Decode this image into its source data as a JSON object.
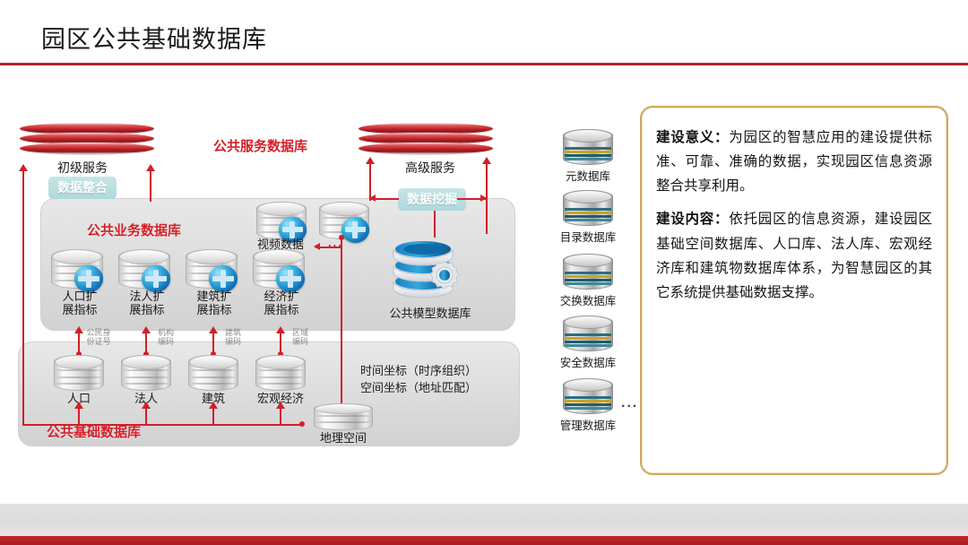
{
  "slide": {
    "title": "园区公共基础数据库",
    "accent_red": "#c0272d",
    "badge_teal": "#b2dadd",
    "info_border_gold": "#cfa85f"
  },
  "diagram": {
    "service_stacks": [
      {
        "label": "初级服务",
        "name": "primary-service"
      },
      {
        "label": "高级服务",
        "name": "senior-service"
      }
    ],
    "badges": [
      {
        "label": "数据整合",
        "name": "data-integration"
      },
      {
        "label": "数据挖掘",
        "name": "data-mining"
      }
    ],
    "captions": [
      {
        "label": "公共服务数据库",
        "name": "public-service-db"
      },
      {
        "label": "公共业务数据库",
        "name": "public-business-db"
      },
      {
        "label": "公共基础数据库",
        "name": "public-foundation-db"
      }
    ],
    "business_dbs": [
      {
        "label": "人口扩\n展指标",
        "note": "公民身\n份证号"
      },
      {
        "label": "法人扩\n展指标",
        "note": "机构\n编码"
      },
      {
        "label": "建筑扩\n展指标",
        "note": "建筑\n编码"
      },
      {
        "label": "经济扩\n展指标",
        "note": "区域\n编码"
      }
    ],
    "video_db_label": "视频数据",
    "video_ellipsis": "...",
    "model_db_label": "公共模型数据库",
    "base_dbs": [
      {
        "label": "人口"
      },
      {
        "label": "法人"
      },
      {
        "label": "建筑"
      },
      {
        "label": "宏观经济"
      }
    ],
    "geo_db_label": "地理空间",
    "coordinates": "时间坐标（时序组织）\n空间坐标（地址匹配）"
  },
  "middle_column": {
    "databases": [
      {
        "label": "元数据库"
      },
      {
        "label": "目录数据库"
      },
      {
        "label": "交换数据库"
      },
      {
        "label": "安全数据库"
      },
      {
        "label": "管理数据库"
      }
    ],
    "ellipsis": "..."
  },
  "info_box": {
    "paragraph1_head": "建设意义：",
    "paragraph1_body": "为园区的智慧应用的建设提供标准、可靠、准确的数据，实现园区信息资源整合共享利用。",
    "paragraph2_head": "建设内容：",
    "paragraph2_body": "依托园区的信息资源，建设园区基础空间数据库、人口库、法人库、宏观经济库和建筑物数据库体系，为智慧园区的其它系统提供基础数据支撑。"
  }
}
